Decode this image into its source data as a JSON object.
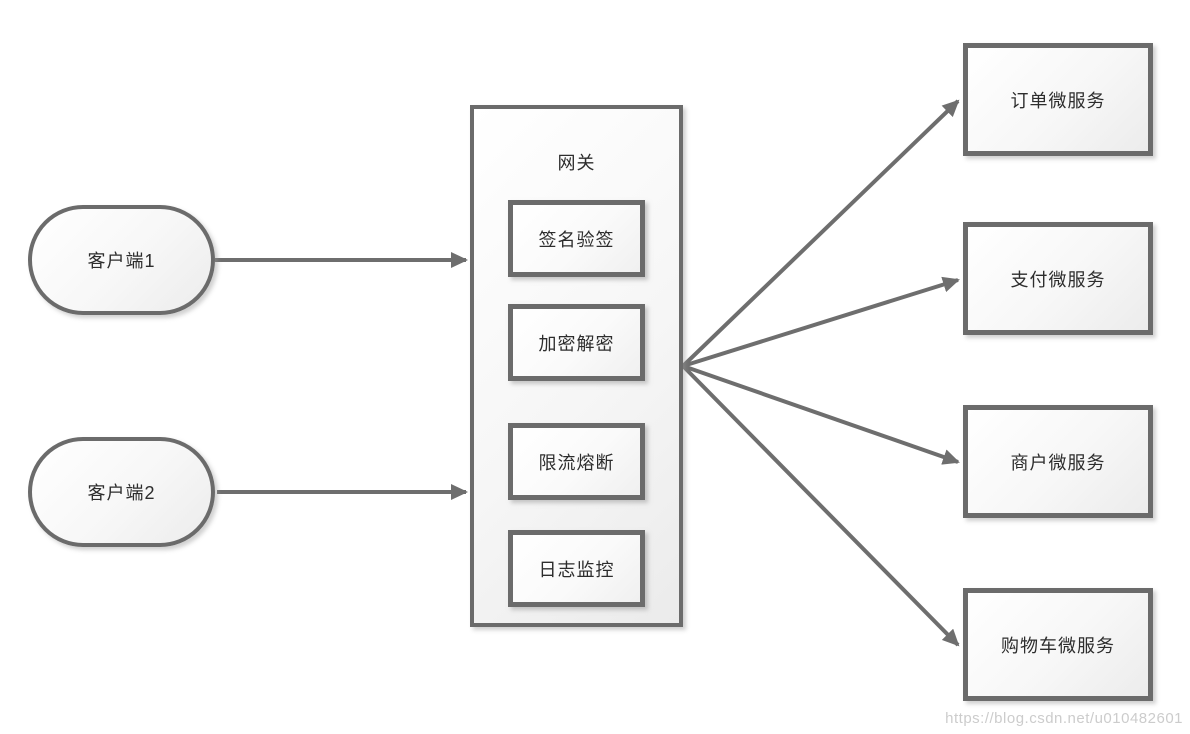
{
  "diagram": {
    "clients": [
      {
        "label": "客户端1"
      },
      {
        "label": "客户端2"
      }
    ],
    "gateway": {
      "title": "网关",
      "features": [
        "签名验签",
        "加密解密",
        "限流熔断",
        "日志监控"
      ]
    },
    "services": [
      {
        "label": "订单微服务"
      },
      {
        "label": "支付微服务"
      },
      {
        "label": "商户微服务"
      },
      {
        "label": "购物车微服务"
      }
    ],
    "edges": [
      {
        "from": "客户端1",
        "to": "网关"
      },
      {
        "from": "客户端2",
        "to": "网关"
      },
      {
        "from": "网关",
        "to": "订单微服务"
      },
      {
        "from": "网关",
        "to": "支付微服务"
      },
      {
        "from": "网关",
        "to": "商户微服务"
      },
      {
        "from": "网关",
        "to": "购物车微服务"
      }
    ],
    "watermark": "https://blog.csdn.net/u010482601",
    "colors": {
      "border": "#6b6b6b",
      "arrow": "#6e6e6e",
      "text": "#2d2d2d",
      "watermark": "#cccccc",
      "background": "#ffffff"
    }
  }
}
